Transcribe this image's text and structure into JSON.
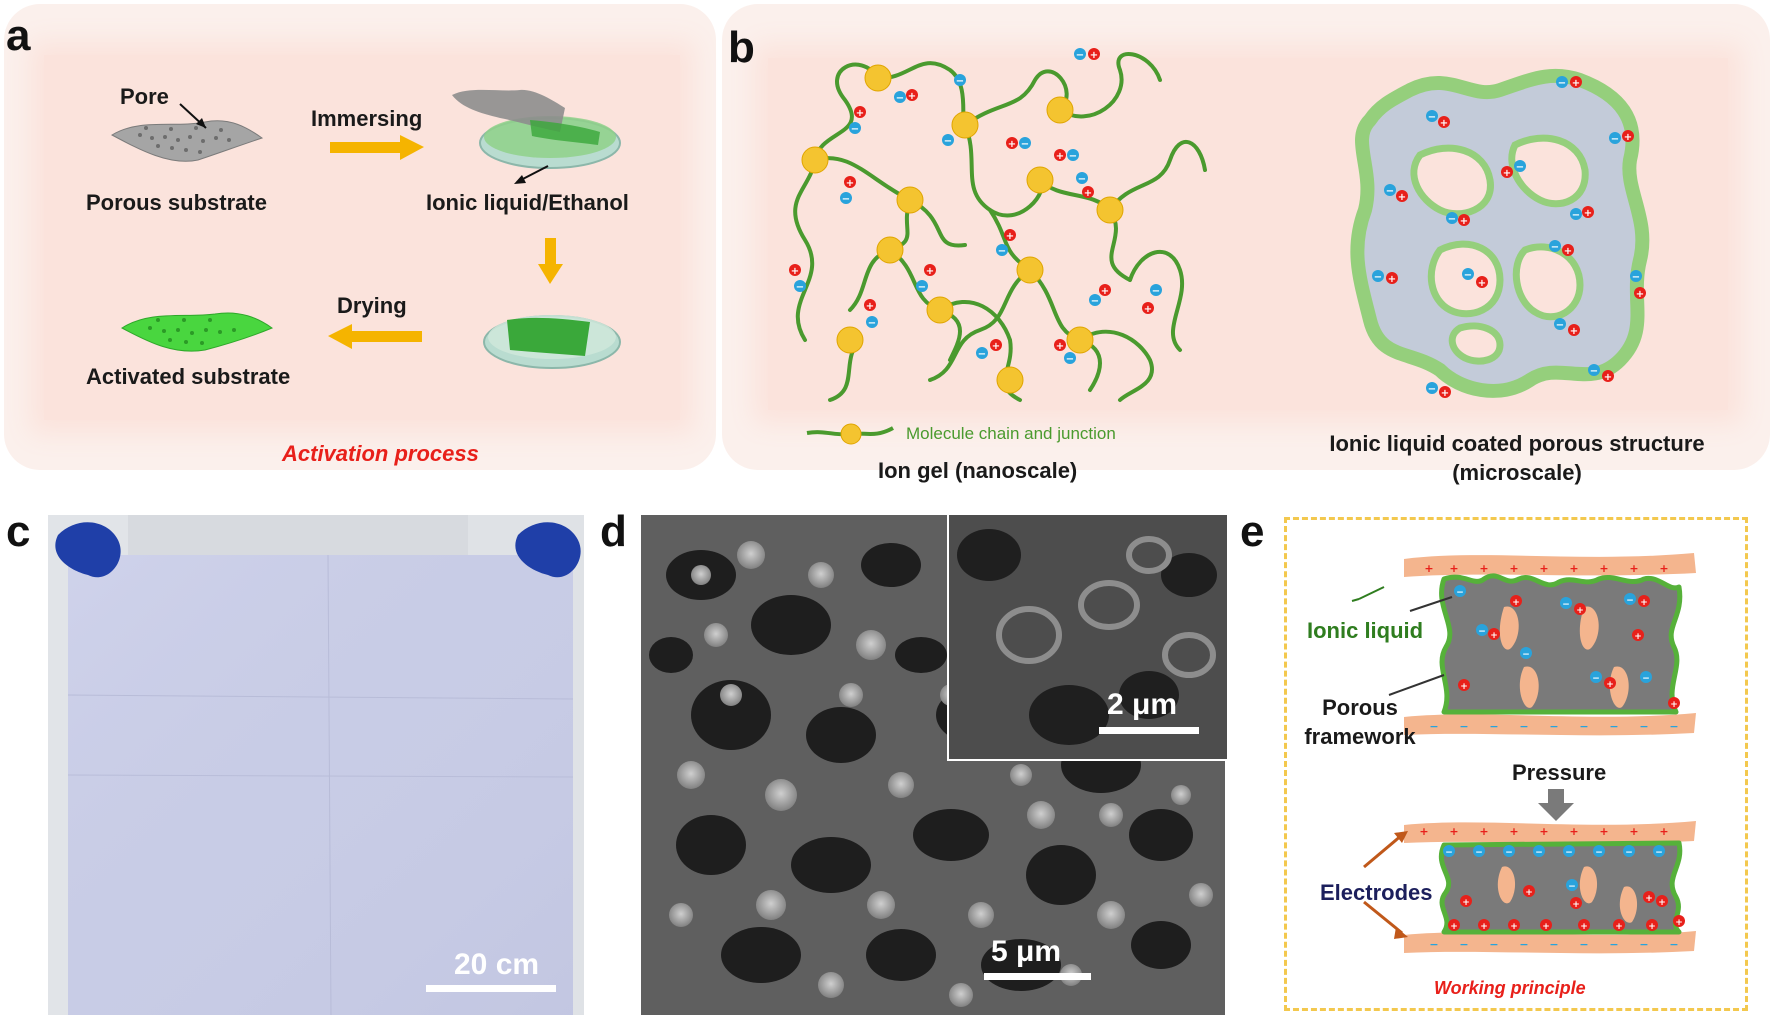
{
  "figure": {
    "panel_labels": {
      "a": "a",
      "b": "b",
      "c": "c",
      "d": "d",
      "e": "e"
    },
    "panel_a": {
      "pore_label": "Pore",
      "immersing_label": "Immersing",
      "porous_substrate_label": "Porous substrate",
      "ionic_liquid_ethanol_label": "Ionic liquid/Ethanol",
      "drying_label": "Drying",
      "activated_substrate_label": "Activated substrate",
      "caption": "Activation process"
    },
    "panel_b": {
      "legend_text": "Molecule chain and junction",
      "ion_gel_label": "Ion gel (nanoscale)",
      "coated_label_line1": "Ionic liquid coated porous structure",
      "coated_label_line2": "(microscale)"
    },
    "panel_c": {
      "scale_label": "20 cm"
    },
    "panel_d": {
      "scale_label_main": "5 μm",
      "scale_label_inset": "2 μm"
    },
    "panel_e": {
      "ionic_liquid_label": "Ionic liquid",
      "porous_framework_line1": "Porous",
      "porous_framework_line2": "framework",
      "pressure_label": "Pressure",
      "electrodes_label": "Electrodes",
      "caption": "Working principle"
    },
    "colors": {
      "arrow_yellow": "#f5b400",
      "chain_green": "#4a9a2e",
      "junction_yellow": "#f4c430",
      "cation_red": "#e8201a",
      "anion_blue": "#29a3dc",
      "electrode_orange": "#f4b58e",
      "framework_grey": "#7a7a7a",
      "caption_red": "#e8201a",
      "electrodes_navy": "#1c1f5c",
      "ionic_liquid_green": "#2f7d1f"
    }
  }
}
